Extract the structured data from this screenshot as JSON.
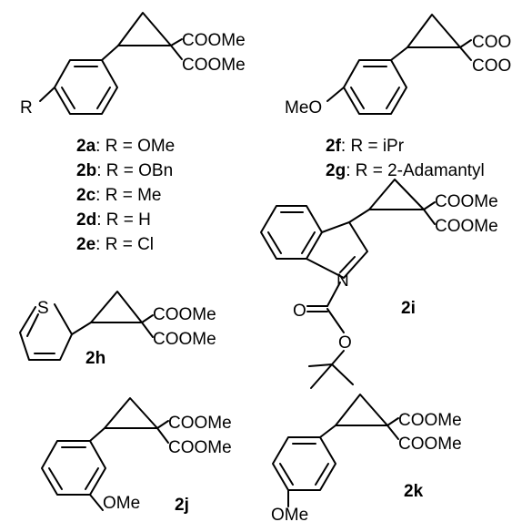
{
  "structures": {
    "s2a_2e": {
      "ester_top": "COOMe",
      "ester_bottom": "COOMe",
      "substituent": "R",
      "variants": [
        {
          "id": "2a",
          "text": ": R = OMe"
        },
        {
          "id": "2b",
          "text": ": R = OBn"
        },
        {
          "id": "2c",
          "text": ": R = Me"
        },
        {
          "id": "2d",
          "text": ": R = H"
        },
        {
          "id": "2e",
          "text": ": R = Cl"
        }
      ]
    },
    "s2f_2g": {
      "ester_top": "COOR",
      "ester_bottom": "COOR",
      "substituent": "MeO",
      "variants": [
        {
          "id": "2f",
          "text": ": R = iPr"
        },
        {
          "id": "2g",
          "text": ": R = 2-Adamantyl"
        }
      ]
    },
    "s2i": {
      "id": "2i",
      "ester_top": "COOMe",
      "ester_bottom": "COOMe",
      "n_atom": "N",
      "carbonyl_o": "O",
      "ester_o": "O"
    },
    "s2h": {
      "id": "2h",
      "hetero": "S",
      "ester_top": "COOMe",
      "ester_bottom": "COOMe"
    },
    "s2j": {
      "id": "2j",
      "ester_top": "COOMe",
      "ester_bottom": "COOMe",
      "substituent": "OMe"
    },
    "s2k": {
      "id": "2k",
      "ester_top": "COOMe",
      "ester_bottom": "COOMe",
      "substituent": "OMe"
    }
  }
}
